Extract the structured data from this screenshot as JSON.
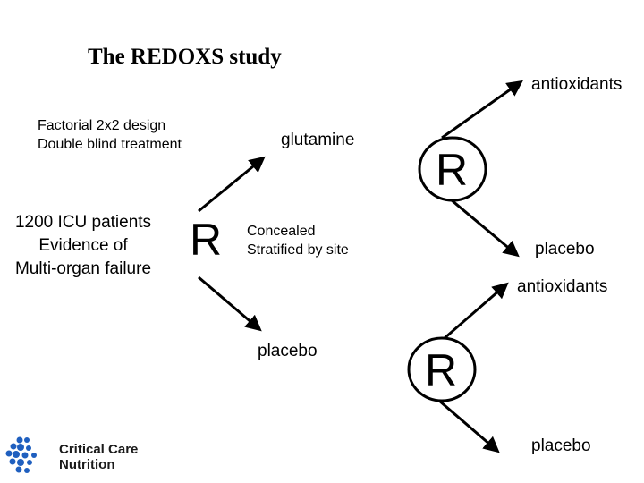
{
  "title": "The REDOXS study",
  "design": [
    "Factorial 2x2 design",
    "Double blind treatment"
  ],
  "population": [
    "1200 ICU patients",
    "Evidence of",
    "Multi-organ failure"
  ],
  "randomize_symbol": "R",
  "upper_branch": "glutamine",
  "randomization_notes": [
    "Concealed",
    "Stratified by site"
  ],
  "lower_branch": "placebo",
  "second_randomization": {
    "symbol": "R",
    "upper": "antioxidants",
    "lower": "placebo"
  },
  "third_randomization": {
    "symbol": "R",
    "upper": "antioxidants",
    "lower": "placebo"
  },
  "logo": {
    "line1": "Critical Care",
    "line2": "Nutrition",
    "color": "#1f5fbf"
  }
}
